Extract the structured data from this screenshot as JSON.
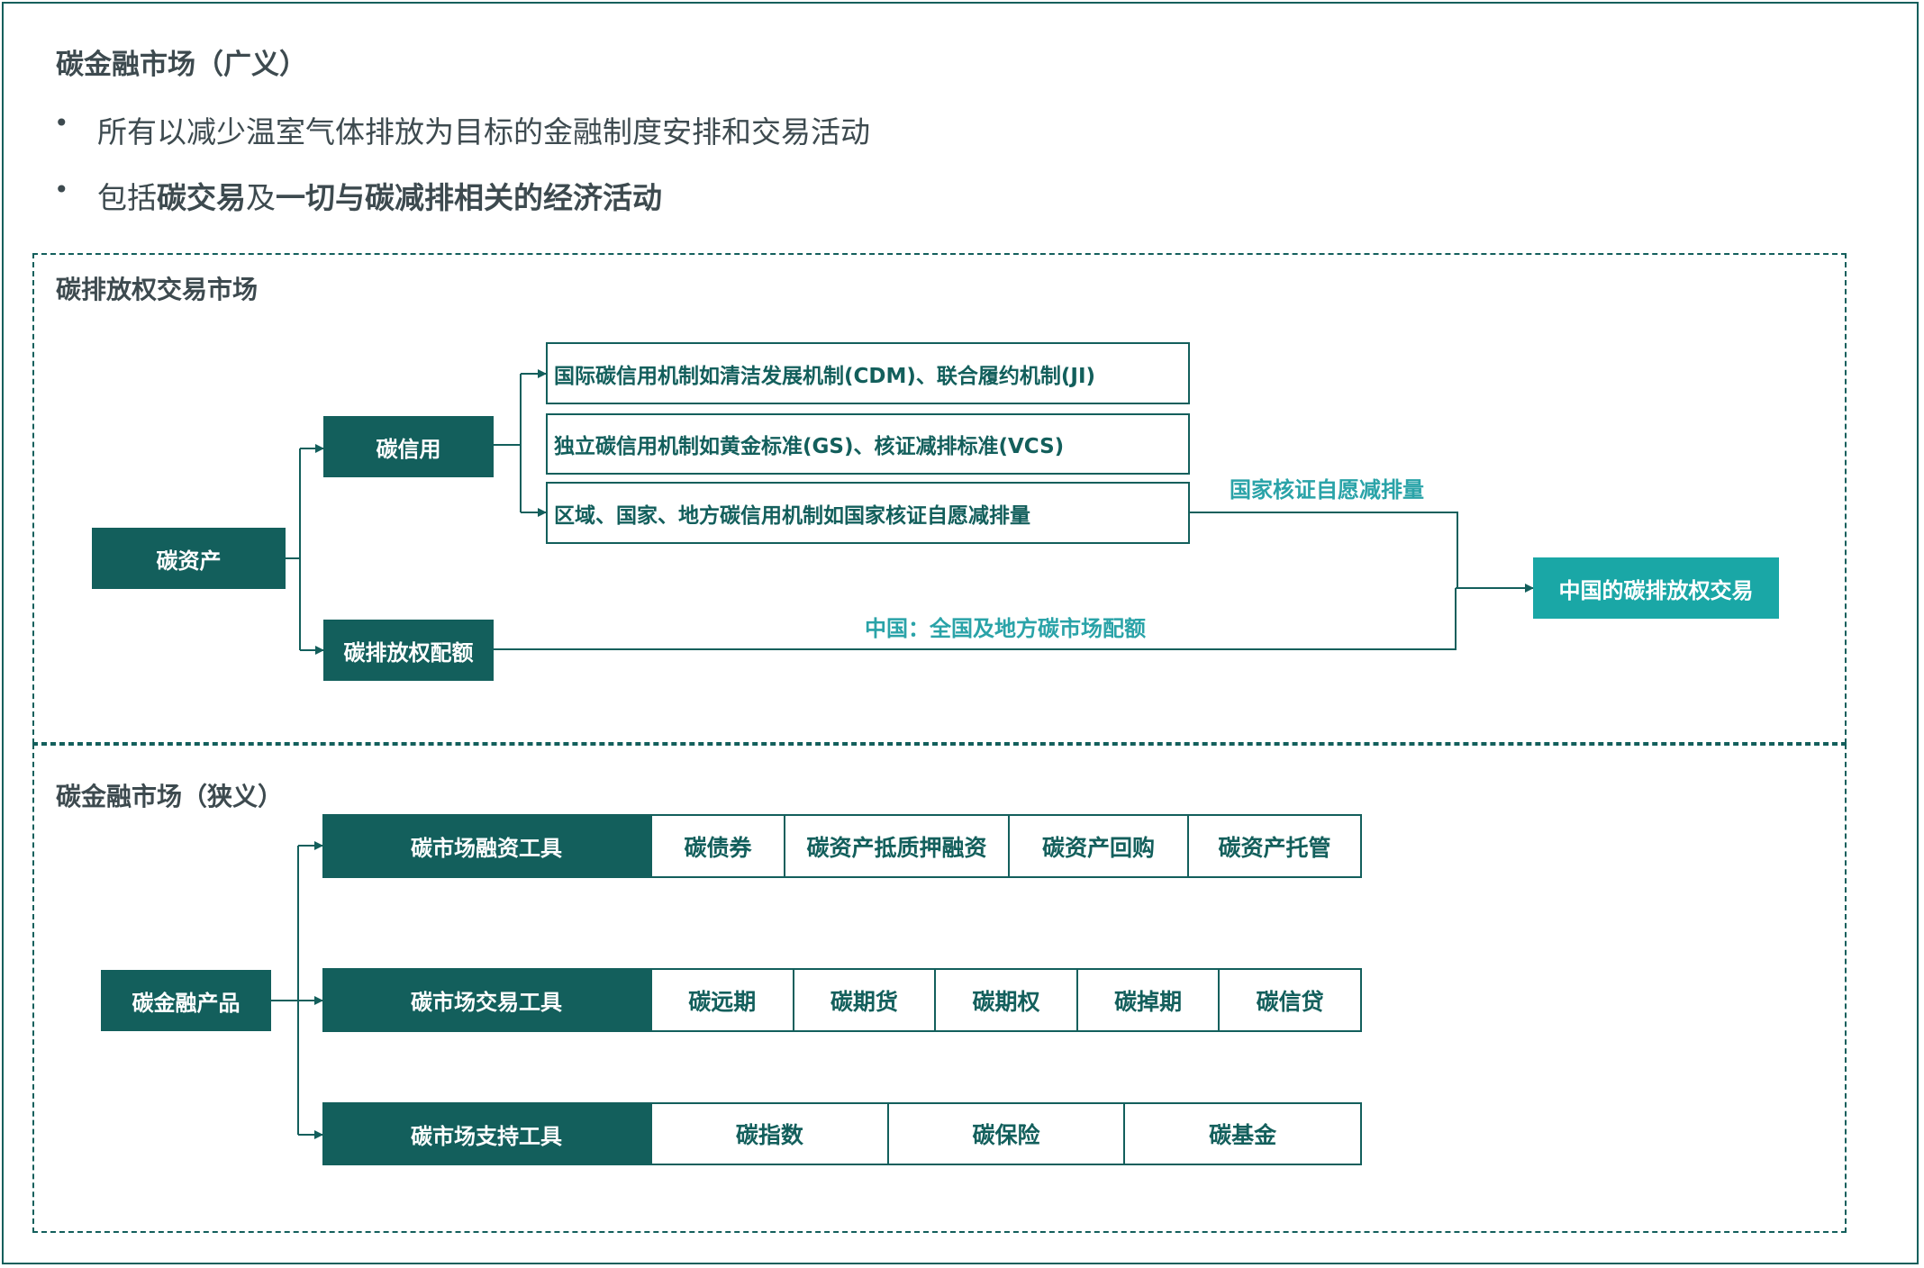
{
  "header": {
    "title": "碳金融市场（广义）",
    "bullets": [
      {
        "symbol": "•",
        "segments": [
          {
            "text": "所有以减少温室气体排放为目标的金融制度安排和交易活动",
            "bold": false
          }
        ]
      },
      {
        "symbol": "•",
        "segments": [
          {
            "text": "包括",
            "bold": false
          },
          {
            "text": "碳交易",
            "bold": true
          },
          {
            "text": "及",
            "bold": false
          },
          {
            "text": "一切与碳减排相关的经济活动",
            "bold": true
          }
        ]
      }
    ]
  },
  "emission_market": {
    "title": "碳排放权交易市场",
    "root": "碳资产",
    "credit": "碳信用",
    "allowance": "碳排放权配额",
    "credit_mechanisms": [
      "国际碳信用机制如清洁发展机制(CDM)、联合履约机制(JI)",
      "独立碳信用机制如黄金标准(GS)、核证减排标准(VCS)",
      "区域、国家、地方碳信用机制如国家核证自愿减排量"
    ],
    "ccer_label": "国家核证自愿减排量",
    "allowance_label": "中国：全国及地方碳市场配额",
    "target": "中国的碳排放权交易"
  },
  "narrow_market": {
    "title": "碳金融市场（狭义）",
    "root": "碳金融产品",
    "tools": [
      {
        "name": "碳市场融资工具",
        "items": [
          "碳债券",
          "碳资产抵质押融资",
          "碳资产回购",
          "碳资产托管"
        ]
      },
      {
        "name": "碳市场交易工具",
        "items": [
          "碳远期",
          "碳期货",
          "碳期权",
          "碳掉期",
          "碳信贷"
        ]
      },
      {
        "name": "碳市场支持工具",
        "items": [
          "碳指数",
          "碳保险",
          "碳基金"
        ]
      }
    ]
  },
  "colors": {
    "dark_teal": "#135f5c",
    "light_teal": "#1aa7a6",
    "label_teal": "#2aa3a8",
    "text_gray": "#3d4a4f"
  }
}
